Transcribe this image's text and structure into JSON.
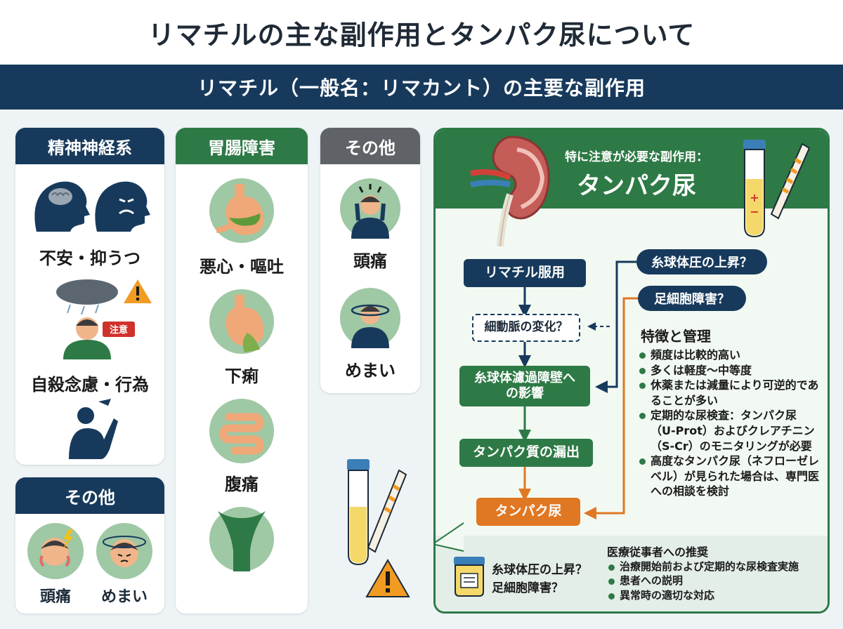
{
  "title": "リマチルの主な副作用とタンパク尿について",
  "subtitle": "リマチル（一般名：リマカント）の主要な副作用",
  "neuro": {
    "header": "精神神経系",
    "items": [
      "不安・抑うつ",
      "自殺念慮・行為"
    ],
    "badge": "注意"
  },
  "neuro_other": {
    "header": "その他",
    "items": [
      "頭痛",
      "めまい"
    ]
  },
  "gi": {
    "header": "胃腸障害",
    "items": [
      "悪心・嘔吐",
      "下痢",
      "腹痛"
    ]
  },
  "other": {
    "header": "その他",
    "items": [
      "頭痛",
      "めまい"
    ]
  },
  "proteinuria": {
    "caption": "特に注意が必要な副作用：",
    "title": "タンパク尿",
    "flow": {
      "step1": "リマチル服用",
      "step2": "細動脈の変化？",
      "step3": "糸球体濾過障壁への影響",
      "step4": "タンパク質の漏出",
      "step5": "タンパク尿"
    },
    "cause1": "糸球体圧の上昇？",
    "cause2": "足細胞障害？",
    "features_title": "特徴と管理",
    "features": [
      "頻度は比較的高い",
      "多くは軽度〜中等度",
      "休薬または減量により可逆的であることが多い",
      "定期的な尿検査：タンパク尿（U-Prot）およびクレアチニン（S-Cr）のモニタリングが必要",
      "高度なタンパク尿（ネフローゼレベル）が見られた場合は、専門医への相談を検討"
    ],
    "note_line1": "糸球体圧の上昇？",
    "note_line2": "足細胞障害？",
    "reco_title": "医療従事者への推奨",
    "reco": [
      "治療開始前および定期的な尿検査実施",
      "患者への説明",
      "異常時の適切な対応"
    ]
  },
  "colors": {
    "navy": "#173a5c",
    "green": "#2e7a46",
    "orange": "#e07722",
    "icon_circle": "#9fc8a4"
  }
}
